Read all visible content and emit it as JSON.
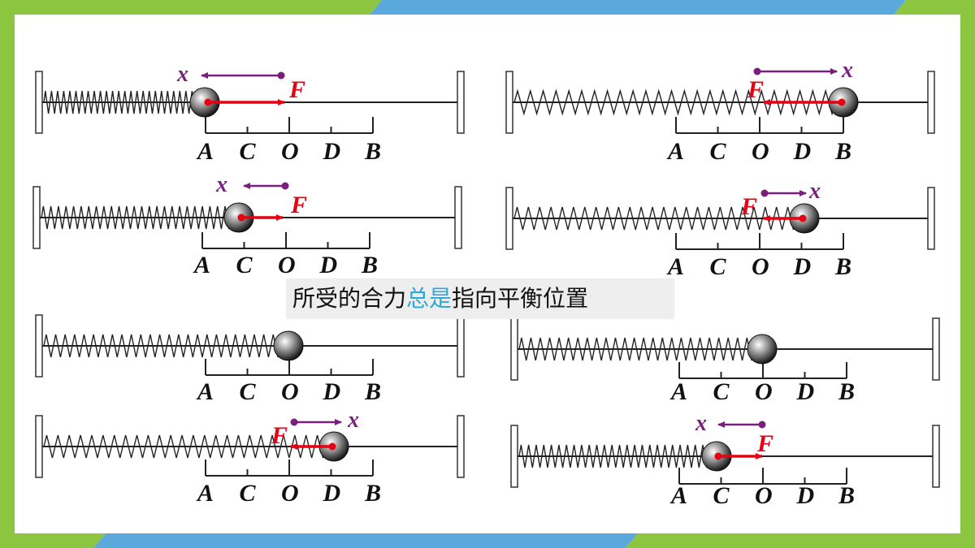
{
  "colors": {
    "green": "#8cc540",
    "blue": "#5ba8dc",
    "force": "#e60012",
    "displacement": "#7a1e7e",
    "highlight": "#2aa9d8"
  },
  "point_labels": [
    "A",
    "C",
    "O",
    "D",
    "B"
  ],
  "symbols": {
    "force": "F",
    "displacement": "x"
  },
  "caption": {
    "part1": "所受的合力",
    "highlight": "总是",
    "part2": "指向平衡位置"
  }
}
